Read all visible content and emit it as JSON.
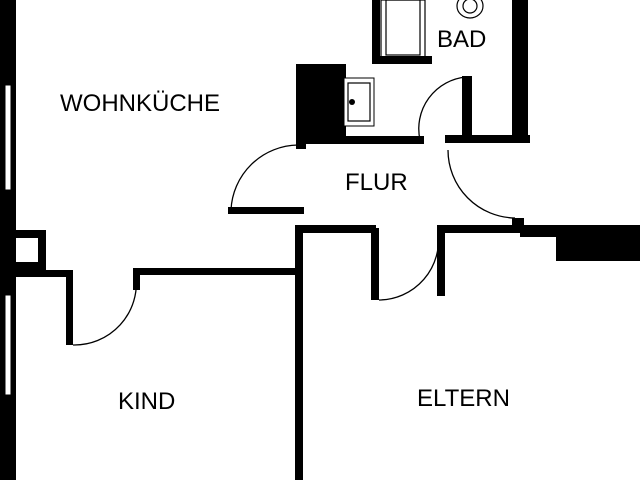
{
  "rooms": {
    "wohnkueche": "WOHNKÜCHE",
    "bad": "BAD",
    "flur": "FLUR",
    "kind": "KIND",
    "eltern": "ELTERN"
  },
  "colors": {
    "wall": "#000000",
    "background": "#ffffff"
  }
}
